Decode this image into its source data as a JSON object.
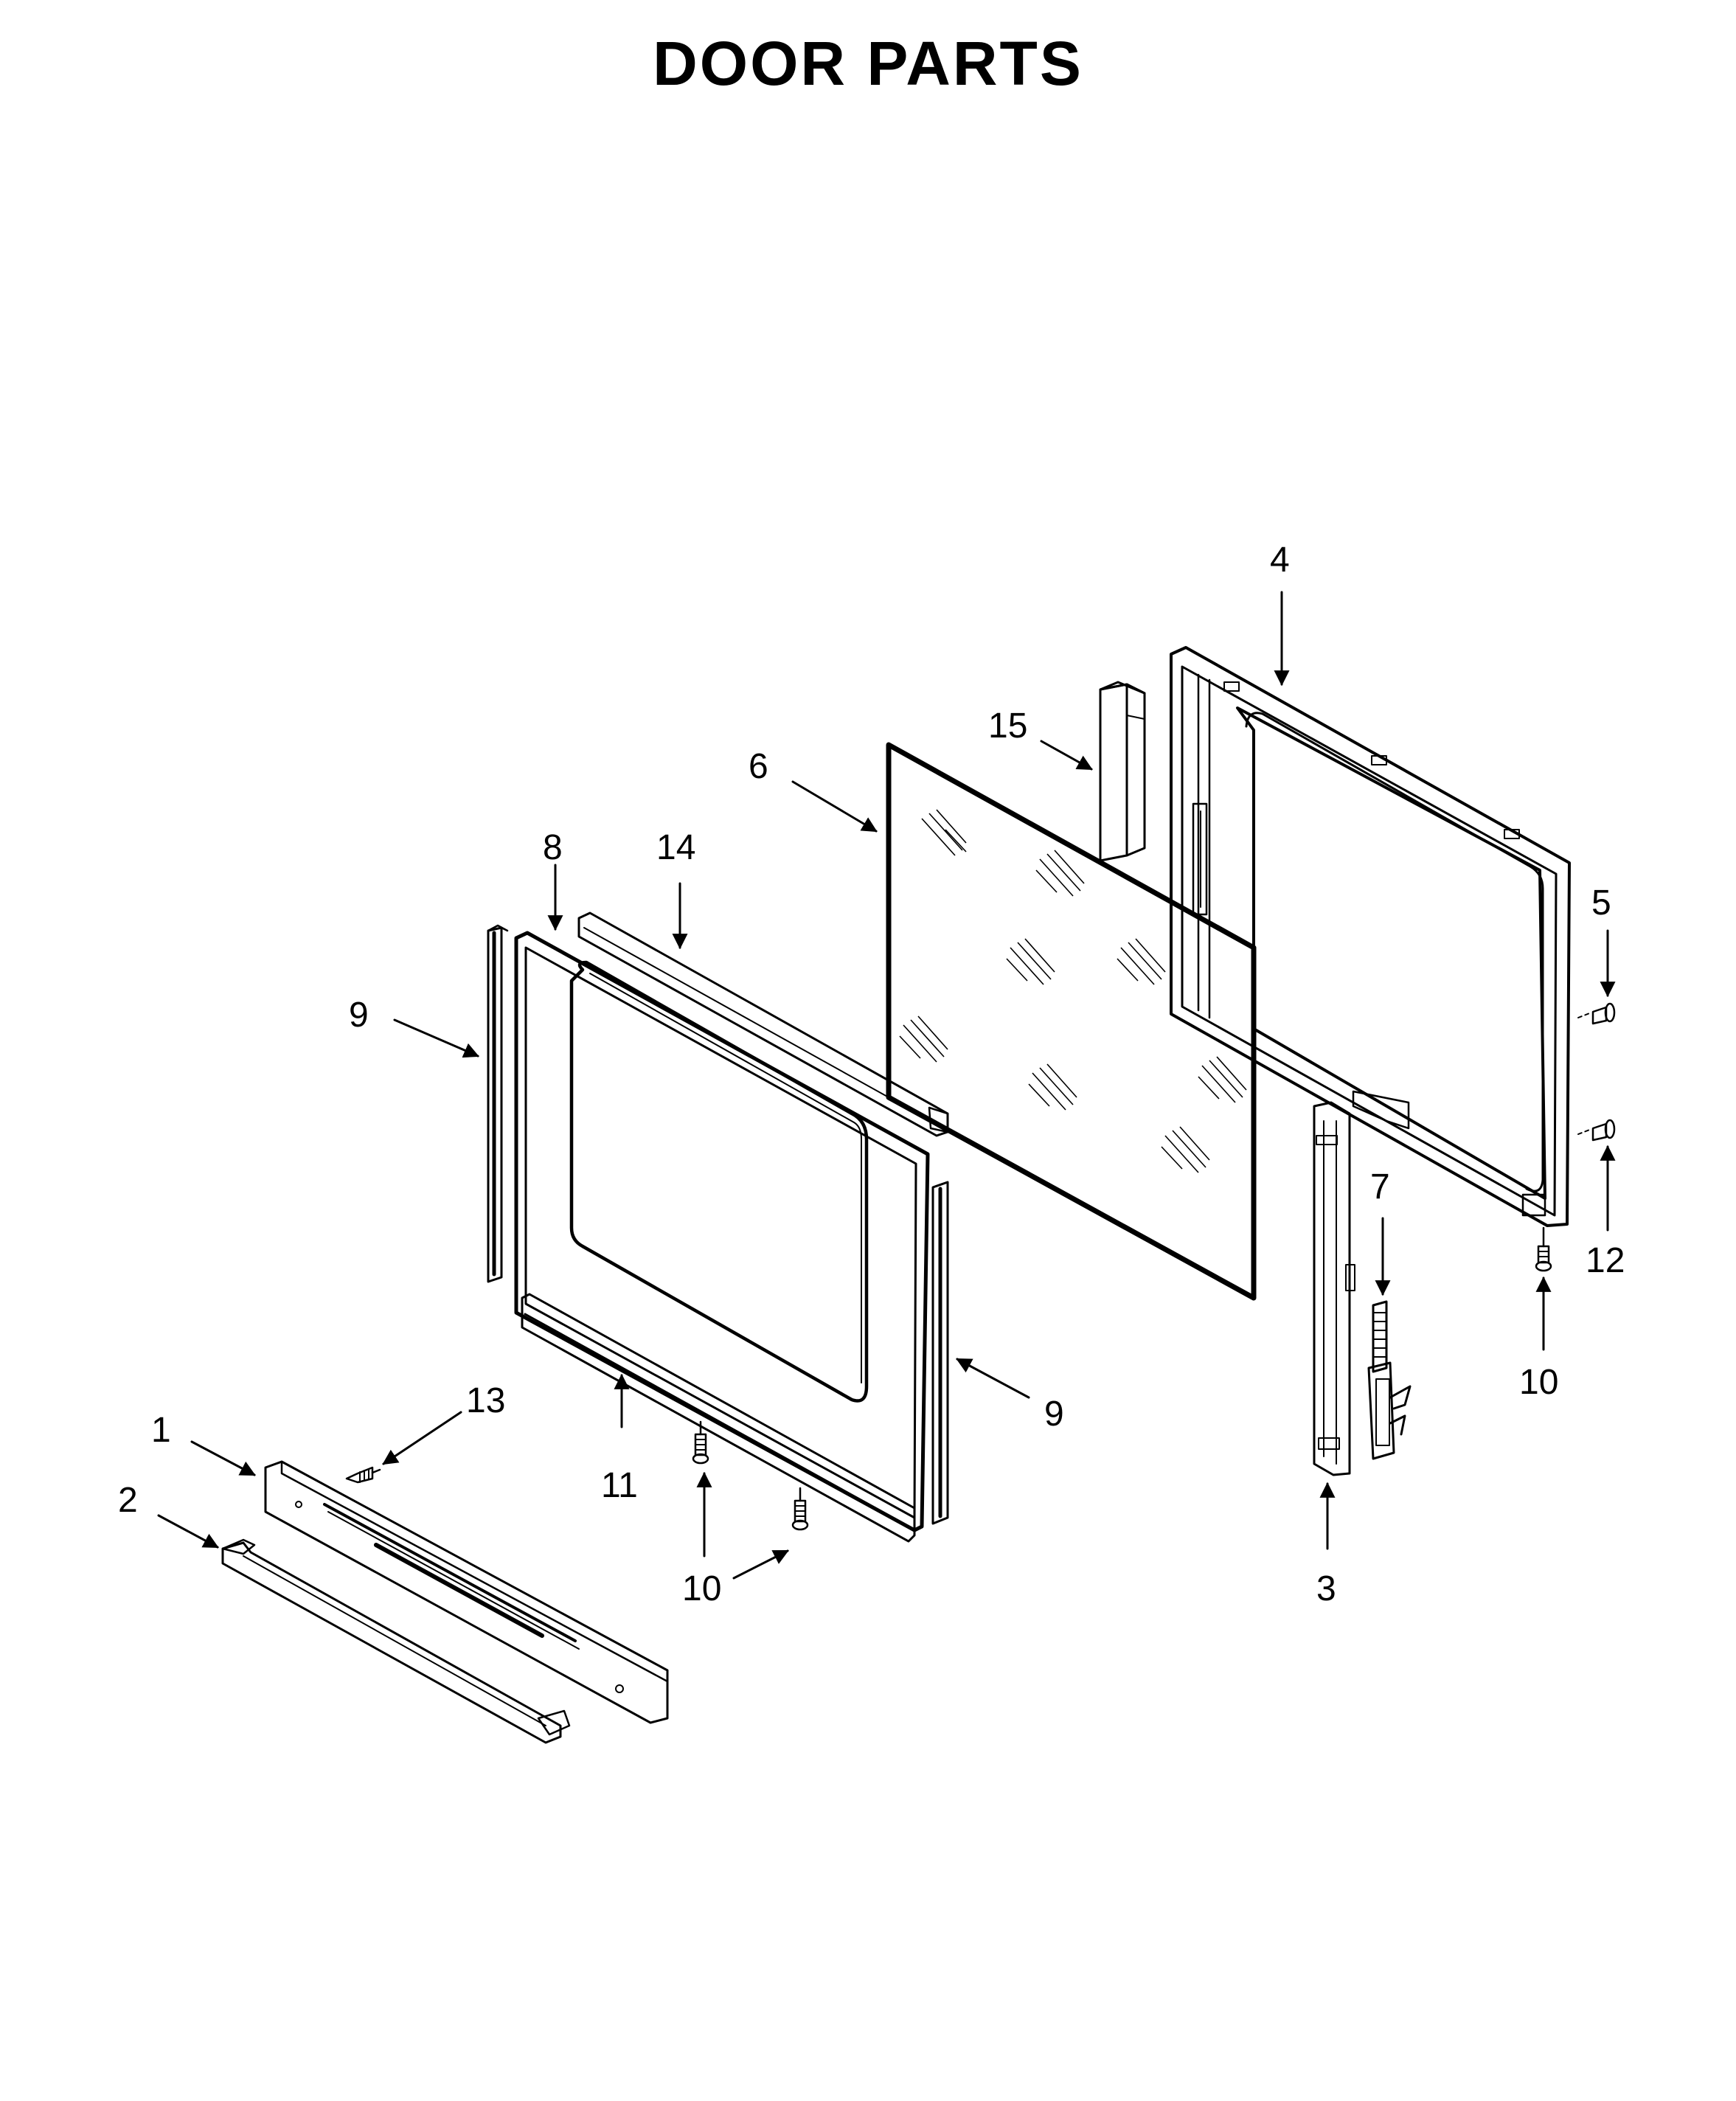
{
  "title": "DOOR PARTS",
  "callouts": {
    "c1": "1",
    "c2": "2",
    "c3": "3",
    "c4": "4",
    "c5": "5",
    "c6": "6",
    "c7": "7",
    "c8": "8",
    "c9a": "9",
    "c9b": "9",
    "c10a": "10",
    "c10b": "10",
    "c11": "11",
    "c12": "12",
    "c13": "13",
    "c14": "14",
    "c15": "15"
  },
  "colors": {
    "line": "#000000",
    "background": "#ffffff"
  }
}
